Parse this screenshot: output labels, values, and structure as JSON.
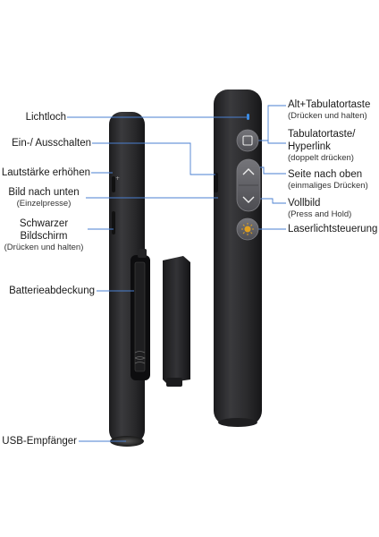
{
  "labels": {
    "lichtloch": "Lichtloch",
    "ein_aus": "Ein-/ Ausschalten",
    "lautstaerke": "Lautstärke erhöhen",
    "bild_nach_unten": "Bild nach unten",
    "bild_nach_unten_sub": "(Einzelpresse)",
    "schwarzer_1": "Schwarzer",
    "schwarzer_2": "Bildschirm",
    "schwarzer_sub": "(Drücken und halten)",
    "batterie": "Batterieabdeckung",
    "usb": "USB-Empfänger",
    "alt_tab": "Alt+Tabulatortaste",
    "alt_tab_sub": "(Drücken und halten)",
    "tab_1": "Tabulatortaste/",
    "tab_2": "Hyperlink",
    "tab_sub": "(doppelt drücken)",
    "seite_oben": "Seite nach oben",
    "seite_oben_sub": "(einmaliges Drücken)",
    "vollbild": "Vollbild",
    "vollbild_sub": "(Press and Hold)",
    "laser": "Laserlichtsteuerung"
  },
  "colors": {
    "leader_line": "#4a7fd0",
    "body_dark": "#2b2b2d",
    "button_grey": "#5c5c60",
    "laser_icon": "#e0a020",
    "indicator": "#3a8ee6"
  },
  "icons": {
    "square_button": "square-icon",
    "up_button": "chevron-up-icon",
    "down_button": "chevron-down-icon",
    "laser_button": "sun-icon"
  }
}
